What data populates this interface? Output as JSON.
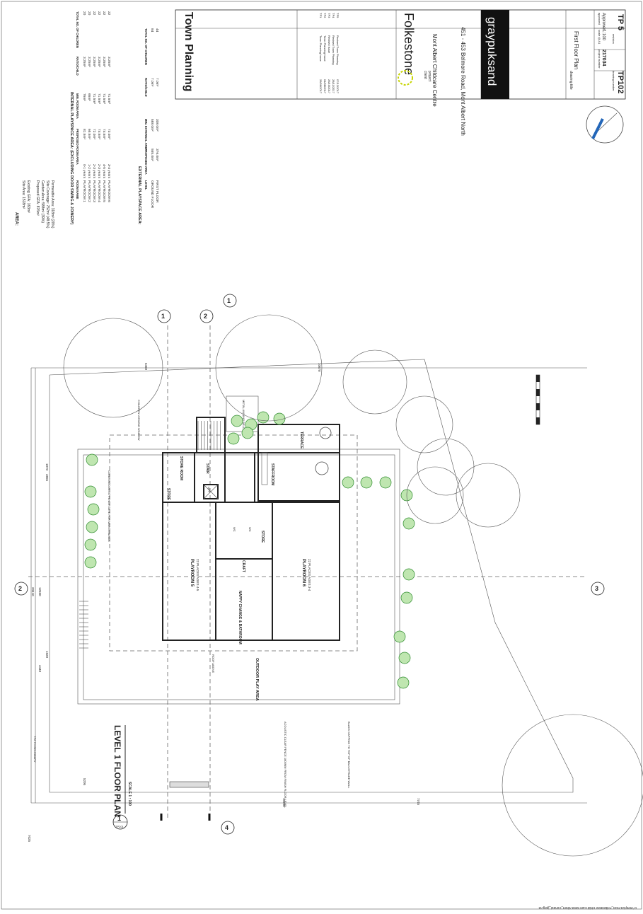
{
  "title_block": {
    "stage": "Town Planning",
    "client_label": "client",
    "client": "Folkestone",
    "project_label": "project",
    "project": "Mont Albert Childcare Centre",
    "address": "451 - 453 Belmore Road, Mont Albert North",
    "architect": "graypuksand",
    "drawing_title_label": "drawing title",
    "drawing_title": "First Floor Plan",
    "project_number_label": "project number",
    "project_number": "217034",
    "scale_label": "scale @ A1",
    "scale": "1:100",
    "approved_label": "approved",
    "approved": "Approver",
    "drawing_number_label": "drawing number",
    "drawing_number": "TP102",
    "revision_label": "revision",
    "revision": "TP 5",
    "revisions": [
      {
        "rev": "TP1",
        "desc": "Town Planning Issue",
        "date": "28/06/2017"
      },
      {
        "rev": "TP2",
        "desc": "Town Planning Issue",
        "date": "04/08/2017"
      },
      {
        "rev": "TP3",
        "desc": "Revised Issue",
        "date": "26/10/2017"
      },
      {
        "rev": "TP4",
        "desc": "Revised Town Planning",
        "date": "28/11/2017"
      },
      {
        "rev": "TP5",
        "desc": "Revised Town Planning",
        "date": "07/12/2017"
      }
    ]
  },
  "areas": {
    "heading": "AREA:",
    "lines": [
      "Site Area: 1518m²",
      "Existing GFA: 163m²",
      "Proposed GFA: 876m²",
      "Garden Area: 588m² (39%)",
      "Site Coverage: 752m² (48.5%)",
      "Permeable Area: 318m² (20%)"
    ]
  },
  "internal_table": {
    "heading": "INTERNAL PLAYSPACE AREA: (EXCLUDING DOOR SWING & JOINERY)",
    "columns": [
      "ROOM NAME",
      "",
      "PROPOSED ROOM AREA",
      "MIN. ROOM AREA",
      "RATIO/CHILD",
      "TOTAL NO. OF CHILDREN"
    ],
    "rows": [
      [
        "PLAYROOM 1",
        "0-1 years",
        "81.5m²",
        "76m²",
        "3.25m²",
        "20"
      ],
      [
        "PLAYROOM 2",
        "1-2 years",
        "65.5m²",
        "65m²",
        "3.25m²",
        "20"
      ],
      [
        "PLAYROOM 3",
        "2-3 years",
        "72.0m²",
        "71.5m²",
        "3.25m²",
        "22"
      ],
      [
        "PLAYROOM 4",
        "2-3 years",
        "74.5m²",
        "71.5m²",
        "3.25m²",
        "22"
      ],
      [
        "PLAYROOM 5",
        "4-5 years",
        "74.5m²",
        "71.5m²",
        "3.25m²",
        "22"
      ],
      [
        "PLAYROOM 6",
        "3-4 years",
        "73.0m²",
        "71.5m²",
        "3.25m²",
        "22"
      ]
    ]
  },
  "external_table": {
    "heading": "EXTERNAL PLAYSPACE AREA:",
    "columns": [
      "LEVEL",
      "PROPOSED AREA",
      "MIN. EXTERNAL AREA",
      "RATIO/CHILD",
      "TOTAL NO. OF CHILDREN"
    ],
    "rows": [
      [
        "GROUND FLOOR",
        "555.0m²",
        "588.0m²",
        "7.0m²",
        "84"
      ],
      [
        "FIRST FLOOR",
        "376.0m²",
        "308.0m²",
        "7.0m²",
        "44"
      ]
    ]
  },
  "plan": {
    "title": "LEVEL 1 FLOOR PLAN",
    "scale": "SCALE 1 : 100",
    "view_number": "1",
    "view_ref": "TP201",
    "rooms": {
      "playroom5": "PLAYROOM 5",
      "playroom5_sub": "22 PLACES AGES 4-5",
      "playroom6": "PLAYROOM 6",
      "playroom6_sub": "22 PLACES AGES 3-4",
      "nappy": "NAPPY CHANGE & BATHROOM",
      "craft": "CRAFT",
      "store1": "STORE",
      "store2": "STORE ROOM",
      "store3": "STORE",
      "stair": "STAIR",
      "lift": "LIFT",
      "staffroom": "STAFFROOM",
      "terrace": "TERRACE",
      "outdoor": "OUTDOOR PLAY AREA",
      "wc": "WC",
      "roof_above": "ROOF ABOVE",
      "metal_awning": "METAL AWNING BELOW"
    },
    "notes": {
      "acoustic1": "ACOUSTIC CLEAR FENCE 1800MM FROM FINISH FLOOR LEVEL",
      "black_capping": "BLACK CAPPING TO TOP OF BALUSTRADE WALL",
      "clear_gate": "CLEAR ACOUSTIC FENCE GATE FOR MAINTENANCE",
      "children_window": "CHILDREN VIEWING WINDOW",
      "tpz_boundary": "TPZ TO BOUNDARY"
    },
    "dims": {
      "d1": "7025",
      "d2": "10395",
      "d3": "7745",
      "d4": "5205",
      "d5": "12590",
      "d6": "20410",
      "d7": "4865",
      "d8": "1870",
      "d9": "1920",
      "d10": "4440",
      "d11": "6450",
      "d12": "10670"
    },
    "section_marks": [
      {
        "num": "1",
        "ref": "TP201"
      },
      {
        "num": "2",
        "ref": "TP201"
      },
      {
        "num": "3",
        "ref": "TP201"
      },
      {
        "num": "4",
        "ref": "TP201"
      },
      {
        "num": "1",
        "ref": "TP201"
      },
      {
        "num": "2",
        "ref": "TP201"
      }
    ]
  },
  "footer_path": "C:\\Temp\\217034_Folkestone Child Care Mont Albert_Central_jpeg.rvt"
}
